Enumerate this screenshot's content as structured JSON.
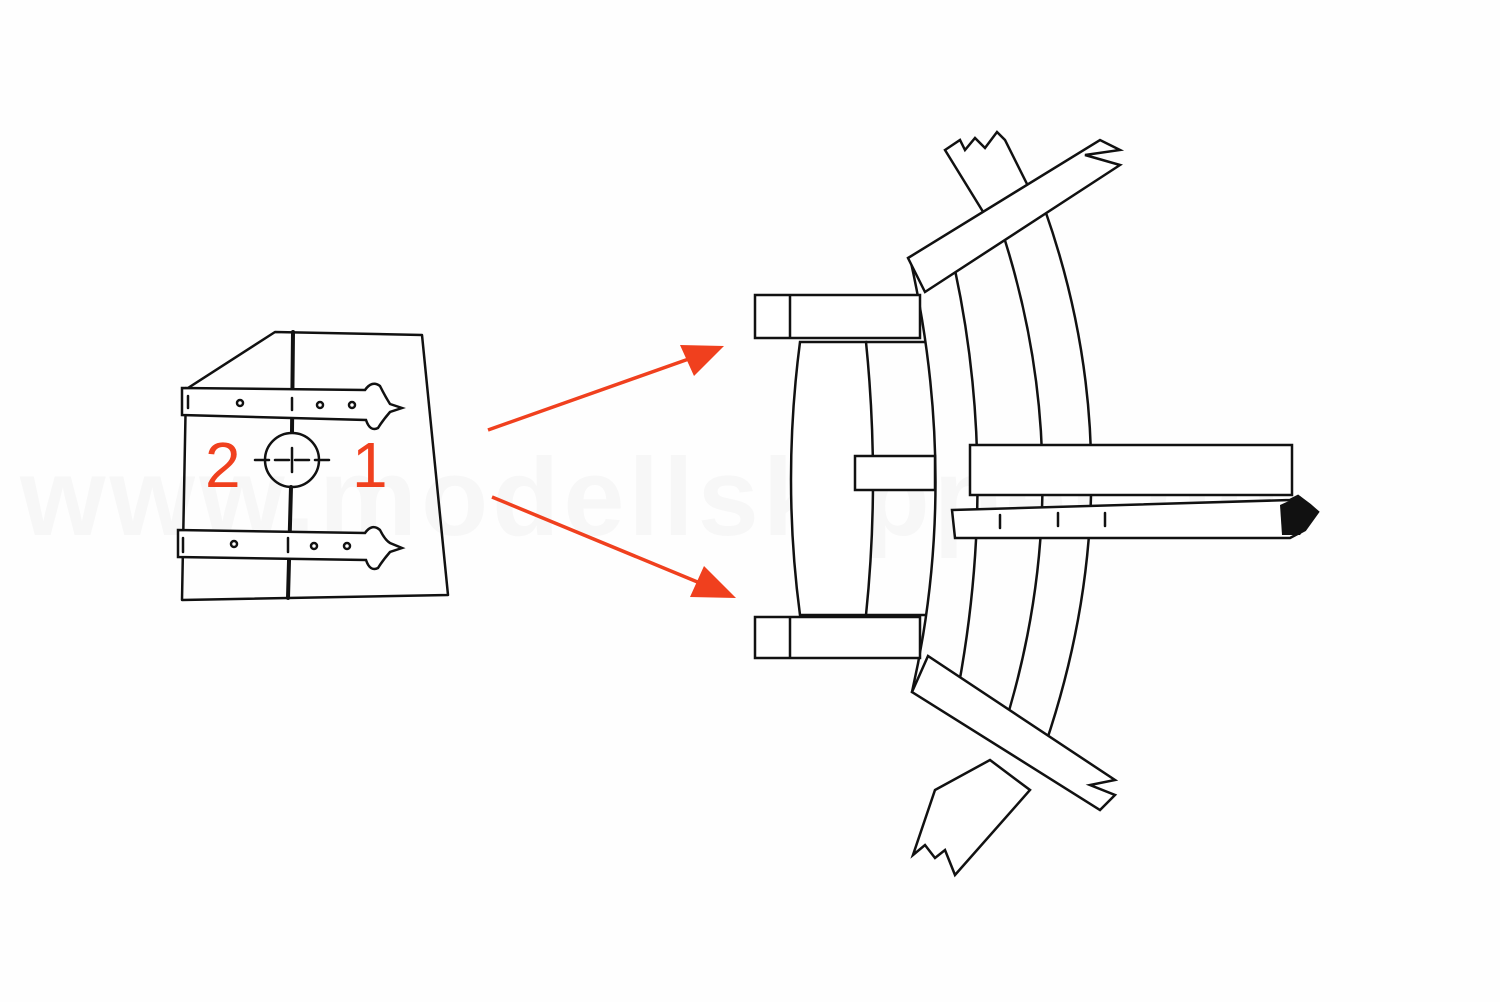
{
  "labels": {
    "one": "1",
    "two": "2"
  },
  "watermark": "www.modellskipper.de",
  "colors": {
    "accent": "#f0401e",
    "line": "#111111"
  }
}
